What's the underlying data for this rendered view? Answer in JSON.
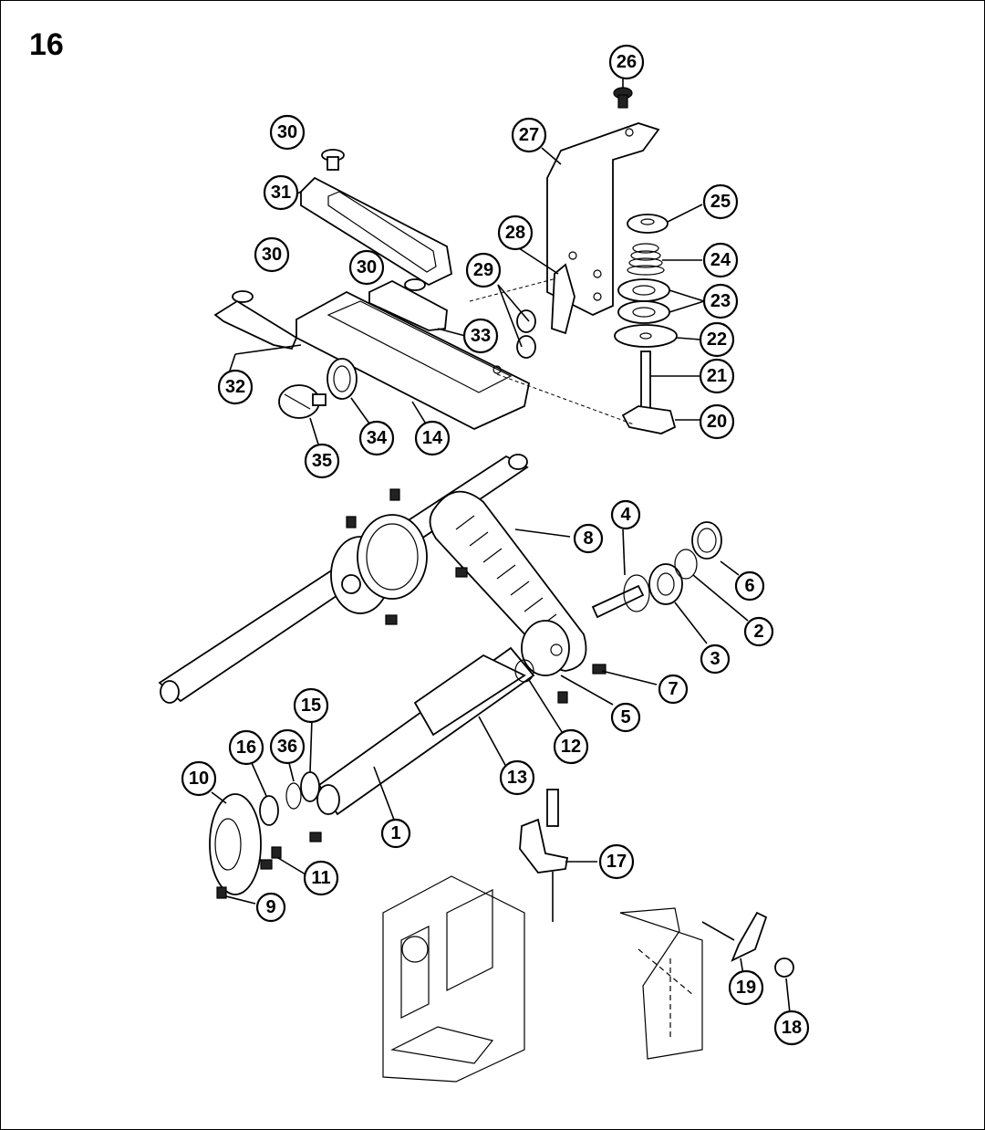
{
  "page_number": "16",
  "callouts": [
    "1",
    "2",
    "3",
    "4",
    "5",
    "6",
    "7",
    "8",
    "9",
    "10",
    "11",
    "12",
    "13",
    "14",
    "15",
    "16",
    "17",
    "18",
    "19",
    "20",
    "21",
    "22",
    "23",
    "24",
    "25",
    "26",
    "27",
    "28",
    "29",
    "30",
    "30",
    "30",
    "31",
    "32",
    "33",
    "34",
    "35",
    "36"
  ]
}
